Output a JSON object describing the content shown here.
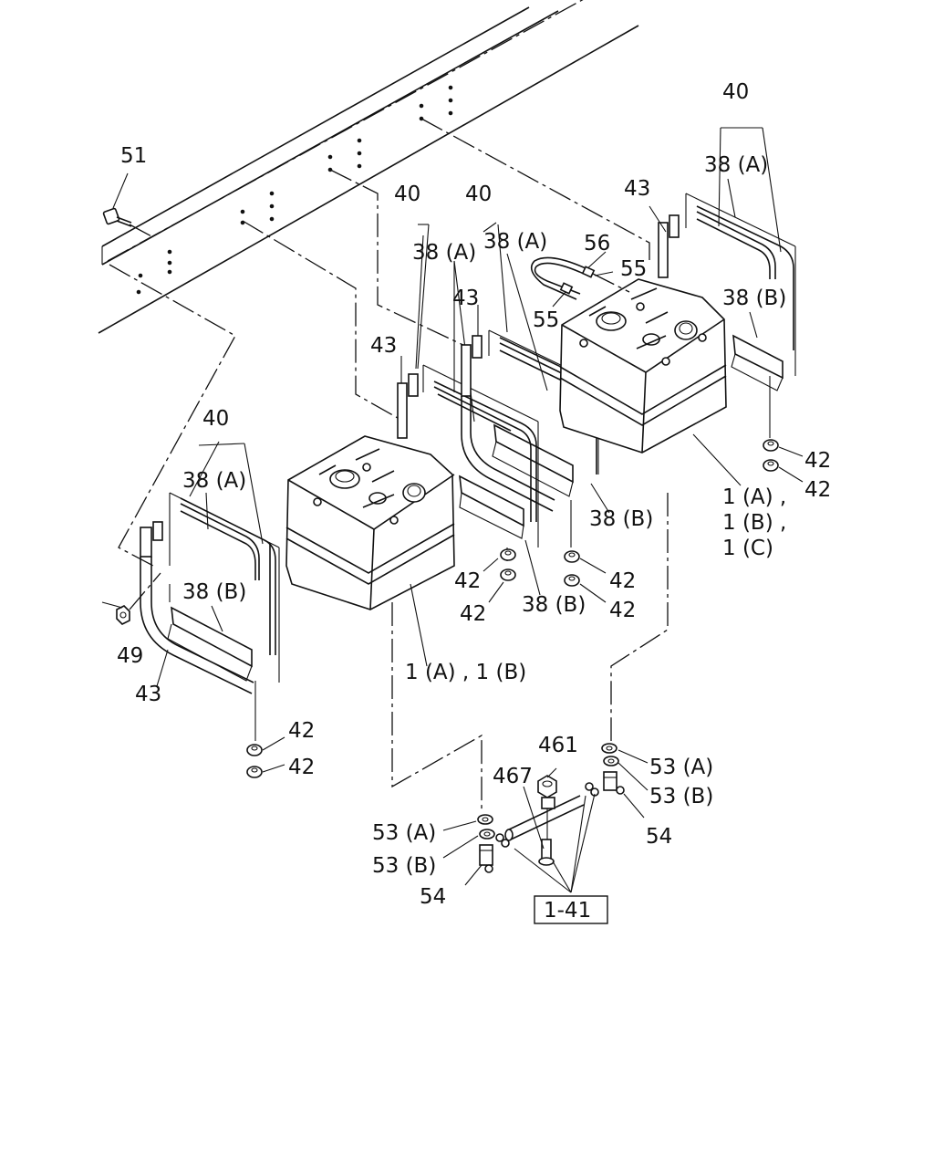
{
  "callouts": {
    "c51": "51",
    "c40_left": "40",
    "c38a_left": "38 (A)",
    "c38b_left": "38 (B)",
    "c49": "49",
    "c43_left": "43",
    "c42_left_a": "42",
    "c42_left_b": "42",
    "c43_mid_a": "43",
    "c40_mid_a": "40",
    "c38a_mid_a": "38 (A)",
    "c40_mid_b": "40",
    "c38a_mid_b": "38 (A)",
    "c43_mid_b": "43",
    "c56": "56",
    "c55_a": "55",
    "c55_b": "55",
    "c42_mid_a": "42",
    "c42_mid_b": "42",
    "c38b_mid_a": "38 (B)",
    "c38b_mid_b": "38 (B)",
    "c42_mid_c": "42",
    "c42_mid_d": "42",
    "c1ab": "1 (A) , 1 (B)",
    "c40_right": "40",
    "c38a_right": "38 (A)",
    "c43_right": "43",
    "c38b_right": "38 (B)",
    "c42_right_a": "42",
    "c42_right_b": "42",
    "c1a": "1 (A) ,",
    "c1b": "1 (B) ,",
    "c1c": "1 (C)",
    "c461": "461",
    "c467": "467",
    "c53a_right": "53 (A)",
    "c53b_right": "53 (B)",
    "c54_right": "54",
    "c53a_left": "53 (A)",
    "c53b_left": "53 (B)",
    "c54_left": "54",
    "ref_box": "1-41"
  }
}
